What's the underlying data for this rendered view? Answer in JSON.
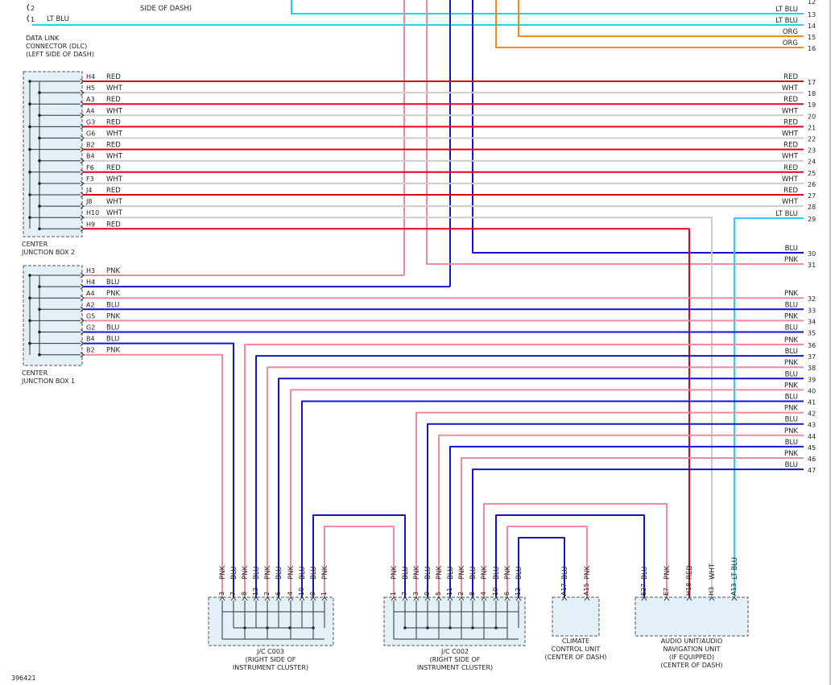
{
  "colors": {
    "RED": "#e0001b",
    "WHT": "#cccccc",
    "PNK": "#f08a9c",
    "BLU": "#1414c8",
    "LT BLU": "#22d4e8",
    "ORG": "#f08a1a"
  },
  "dlc": {
    "top_note": "SIDE OF DASH)",
    "pin2": "2",
    "pin1": "1",
    "pin1_color": "LT BLU",
    "caption": [
      "DATA LINK",
      "CONNECTOR (DLC)",
      "(LEFT SIDE OF DASH)"
    ]
  },
  "top_right_wires": [
    {
      "num": "13",
      "color": "LT BLU"
    },
    {
      "num": "14",
      "color": "LT BLU"
    },
    {
      "num": "15",
      "color": "ORG"
    },
    {
      "num": "16",
      "color": "ORG"
    }
  ],
  "jb2": {
    "caption": [
      "CENTER",
      "JUNCTION BOX 2"
    ],
    "pins": [
      {
        "pin": "H4",
        "color": "RED",
        "num": "17"
      },
      {
        "pin": "H5",
        "color": "WHT",
        "num": "18"
      },
      {
        "pin": "A3",
        "color": "RED",
        "num": "19"
      },
      {
        "pin": "A4",
        "color": "WHT",
        "num": "20"
      },
      {
        "pin": "G3",
        "color": "RED",
        "num": "21"
      },
      {
        "pin": "G6",
        "color": "WHT",
        "num": "22"
      },
      {
        "pin": "B2",
        "color": "RED",
        "num": "23"
      },
      {
        "pin": "B4",
        "color": "WHT",
        "num": "24"
      },
      {
        "pin": "F6",
        "color": "RED",
        "num": "25"
      },
      {
        "pin": "F3",
        "color": "WHT",
        "num": "26"
      },
      {
        "pin": "J4",
        "color": "RED",
        "num": "27"
      },
      {
        "pin": "J8",
        "color": "WHT",
        "num": "28"
      },
      {
        "pin": "H10",
        "color": "WHT",
        "num": ""
      },
      {
        "pin": "H9",
        "color": "RED",
        "num": ""
      }
    ]
  },
  "right_only_wires": [
    {
      "num": "29",
      "color": "LT BLU"
    },
    {
      "num": "30",
      "color": "BLU"
    },
    {
      "num": "31",
      "color": "PNK"
    }
  ],
  "jb1": {
    "caption": [
      "CENTER",
      "JUNCTION BOX 1"
    ],
    "pins": [
      {
        "pin": "H3",
        "color": "PNK"
      },
      {
        "pin": "H4",
        "color": "BLU"
      },
      {
        "pin": "A4",
        "color": "PNK",
        "num": "32"
      },
      {
        "pin": "A2",
        "color": "BLU",
        "num": "33"
      },
      {
        "pin": "G5",
        "color": "PNK",
        "num": "34"
      },
      {
        "pin": "G2",
        "color": "BLU",
        "num": "35"
      },
      {
        "pin": "B4",
        "color": "BLU"
      },
      {
        "pin": "B2",
        "color": "PNK"
      }
    ]
  },
  "bus_wires": [
    {
      "num": "36",
      "color": "PNK"
    },
    {
      "num": "37",
      "color": "BLU"
    },
    {
      "num": "38",
      "color": "PNK"
    },
    {
      "num": "39",
      "color": "BLU"
    },
    {
      "num": "40",
      "color": "PNK"
    },
    {
      "num": "41",
      "color": "BLU"
    },
    {
      "num": "42",
      "color": "PNK"
    },
    {
      "num": "43",
      "color": "BLU"
    },
    {
      "num": "44",
      "color": "PNK"
    },
    {
      "num": "45",
      "color": "BLU"
    },
    {
      "num": "46",
      "color": "PNK"
    },
    {
      "num": "47",
      "color": "BLU"
    }
  ],
  "jc_c003": {
    "caption": [
      "J/C C003",
      "(RIGHT SIDE OF",
      "INSTRUMENT CLUSTER)"
    ],
    "pins": [
      {
        "pin": "3",
        "color": "PNK"
      },
      {
        "pin": "7",
        "color": "BLU"
      },
      {
        "pin": "8",
        "color": "PNK"
      },
      {
        "pin": "12",
        "color": "BLU"
      },
      {
        "pin": "2",
        "color": "PNK"
      },
      {
        "pin": "6",
        "color": "BLU"
      },
      {
        "pin": "4",
        "color": "PNK"
      },
      {
        "pin": "10",
        "color": "BLU"
      },
      {
        "pin": "9",
        "color": "BLU"
      },
      {
        "pin": "1",
        "color": "PNK"
      }
    ]
  },
  "jc_c002": {
    "caption": [
      "J/C C002",
      "(RIGHT SIDE OF",
      "INSTRUMENT CLUSTER)"
    ],
    "pins": [
      {
        "pin": "1",
        "color": "PNK"
      },
      {
        "pin": "7",
        "color": "BLU"
      },
      {
        "pin": "3",
        "color": "PNK"
      },
      {
        "pin": "9",
        "color": "BLU"
      },
      {
        "pin": "5",
        "color": "PNK"
      },
      {
        "pin": "11",
        "color": "BLU"
      },
      {
        "pin": "2",
        "color": "PNK"
      },
      {
        "pin": "8",
        "color": "BLU"
      },
      {
        "pin": "4",
        "color": "PNK"
      },
      {
        "pin": "10",
        "color": "BLU"
      },
      {
        "pin": "6",
        "color": "PNK"
      },
      {
        "pin": "12",
        "color": "BLU"
      }
    ]
  },
  "climate": {
    "caption": [
      "CLIMATE",
      "CONTROL UNIT",
      "(CENTER OF DASH)"
    ],
    "pins": [
      {
        "pin": "A17",
        "color": "BLU"
      },
      {
        "pin": "A15",
        "color": "PNK"
      }
    ]
  },
  "audio": {
    "caption": [
      "AUDIO UNIT/AUDIO",
      "NAVIGATION UNIT",
      "(IF EQUIPPED)",
      "(CENTER OF DASH)"
    ],
    "pins": [
      {
        "pin": "E27",
        "color": "BLU"
      },
      {
        "pin": "E7",
        "color": "PNK"
      },
      {
        "pin": "H18",
        "color": "RED"
      },
      {
        "pin": "H3",
        "color": "WHT"
      },
      {
        "pin": "A13",
        "color": "LT BLU"
      }
    ]
  },
  "figure_id": "396421"
}
